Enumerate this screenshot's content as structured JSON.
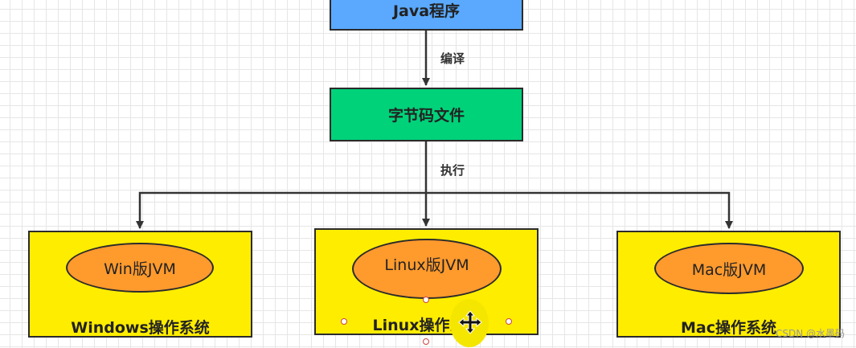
{
  "nodes": {
    "java": "Java程序",
    "bytecode": "字节码文件",
    "win_jvm": "Win版JVM",
    "linux_jvm": "Linux版JVM",
    "mac_jvm": "Mac版JVM",
    "win_os": "Windows操作系统",
    "linux_os": "Linux操作系统",
    "mac_os": "Mac操作系统"
  },
  "edges": {
    "compile": "编译",
    "execute": "执行"
  },
  "watermark": "CSDN @水墨码",
  "colors": {
    "java_box": "#5aa9ff",
    "bytecode_box": "#00d27a",
    "os_box": "#ffed00",
    "jvm_ellipse": "#ff9a2d",
    "line": "#333333"
  }
}
